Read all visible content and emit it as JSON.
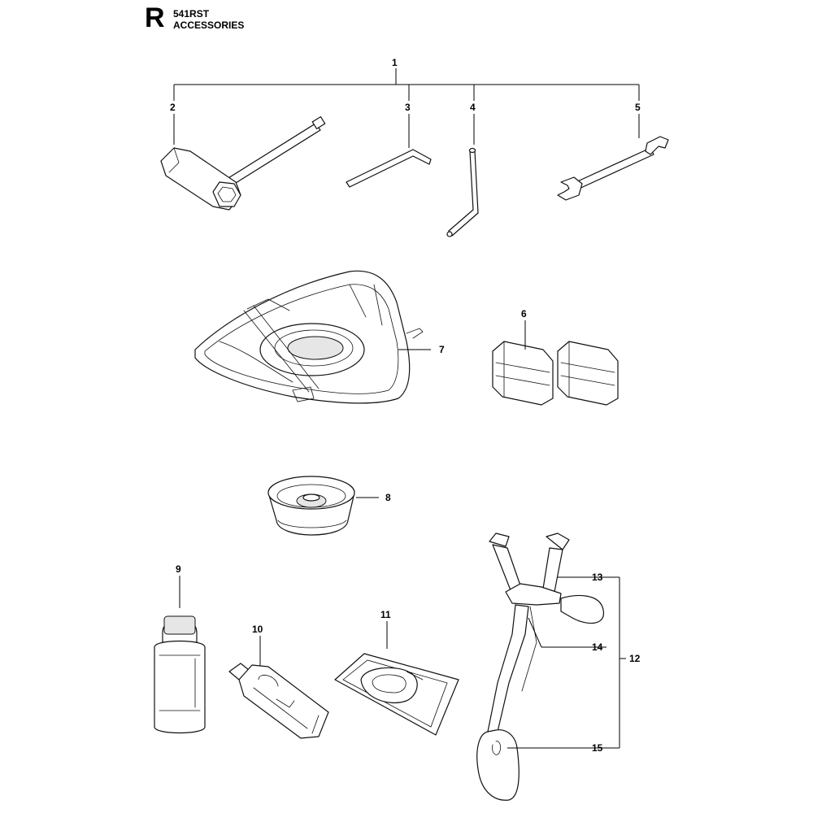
{
  "header": {
    "section_letter": "R",
    "model": "541RST",
    "title": "ACCESSORIES"
  },
  "callouts": {
    "c1": "1",
    "c2": "2",
    "c3": "3",
    "c4": "4",
    "c5": "5",
    "c6": "6",
    "c7": "7",
    "c8": "8",
    "c9": "9",
    "c10": "10",
    "c11": "11",
    "c12": "12",
    "c13": "13",
    "c14": "14",
    "c15": "15"
  }
}
